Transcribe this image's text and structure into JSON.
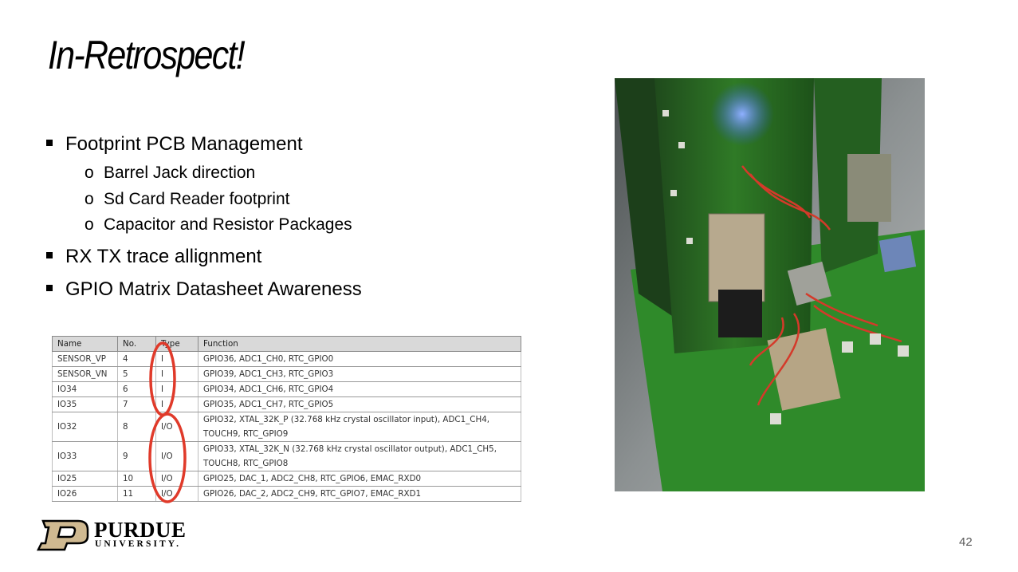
{
  "slide": {
    "title": "In-Retrospect!",
    "page_number": "42"
  },
  "bullets": [
    {
      "text": "Footprint PCB Management",
      "sub": [
        "Barrel Jack direction",
        "Sd Card Reader footprint",
        "Capacitor and Resistor Packages"
      ]
    },
    {
      "text": "RX TX trace allignment",
      "sub": []
    },
    {
      "text": "GPIO Matrix Datasheet Awareness",
      "sub": []
    }
  ],
  "sub_bullet_glyph": "o",
  "table": {
    "headers": [
      "Name",
      "No.",
      "Type",
      "Function"
    ],
    "rows": [
      [
        "SENSOR_VP",
        "4",
        "I",
        "GPIO36, ADC1_CH0, RTC_GPIO0"
      ],
      [
        "SENSOR_VN",
        "5",
        "I",
        "GPIO39, ADC1_CH3, RTC_GPIO3"
      ],
      [
        "IO34",
        "6",
        "I",
        "GPIO34, ADC1_CH6, RTC_GPIO4"
      ],
      [
        "IO35",
        "7",
        "I",
        "GPIO35, ADC1_CH7, RTC_GPIO5"
      ],
      [
        "IO32",
        "8",
        "I/O",
        "GPIO32, XTAL_32K_P (32.768 kHz crystal oscillator input), ADC1_CH4, TOUCH9, RTC_GPIO9"
      ],
      [
        "IO33",
        "9",
        "I/O",
        "GPIO33, XTAL_32K_N (32.768 kHz crystal oscillator output), ADC1_CH5, TOUCH8, RTC_GPIO8"
      ],
      [
        "IO25",
        "10",
        "I/O",
        "GPIO25, DAC_1, ADC2_CH8, RTC_GPIO6, EMAC_RXD0"
      ],
      [
        "IO26",
        "11",
        "I/O",
        "GPIO26, DAC_2, ADC2_CH9, RTC_GPIO7, EMAC_RXD1"
      ]
    ],
    "annotation_color": "#e03a2a"
  },
  "photo": {
    "icon": "pcb-photo"
  },
  "logo": {
    "name": "PURDUE",
    "subtitle": "UNIVERSITY.",
    "colors": {
      "gold": "#cfb991",
      "black": "#000000"
    }
  }
}
